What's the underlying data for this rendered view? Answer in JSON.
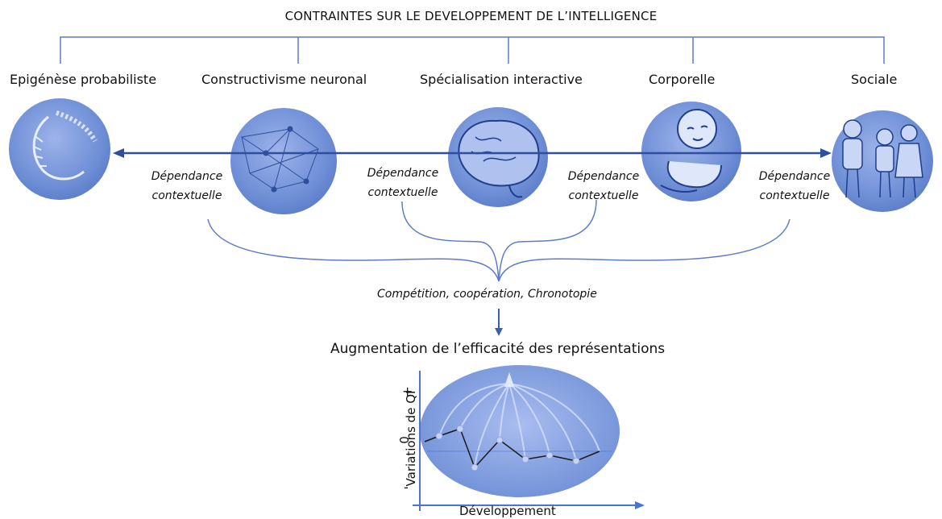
{
  "title": "CONTRAINTES SUR LE DEVELOPPEMENT DE L’INTELLIGENCE",
  "categories": [
    {
      "label": "Epigénèse probabiliste",
      "icon": "dna-helix-icon"
    },
    {
      "label": "Constructivisme neuronal",
      "icon": "neuron-network-icon"
    },
    {
      "label": "Spécialisation interactive",
      "icon": "brain-icon"
    },
    {
      "label": "Corporelle",
      "icon": "baby-icon"
    },
    {
      "label": "Sociale",
      "icon": "people-group-icon"
    }
  ],
  "dependence": {
    "line1": "Dépendance",
    "line2": "contextuelle"
  },
  "mechanisms": "Compétition, coopération, Chronotopie",
  "result": "Augmentation de l’efficacité des représentations",
  "graph": {
    "ylabel": "Variations de QI",
    "xlabel": "Développement",
    "tick_plus": "+",
    "tick_zero": "0",
    "tick_minus": "-"
  },
  "colors": {
    "accent": "#3a5fb0",
    "circle": "#6f8fd6",
    "bracket": "#5b7cc9",
    "axis": "#4a74d0"
  }
}
